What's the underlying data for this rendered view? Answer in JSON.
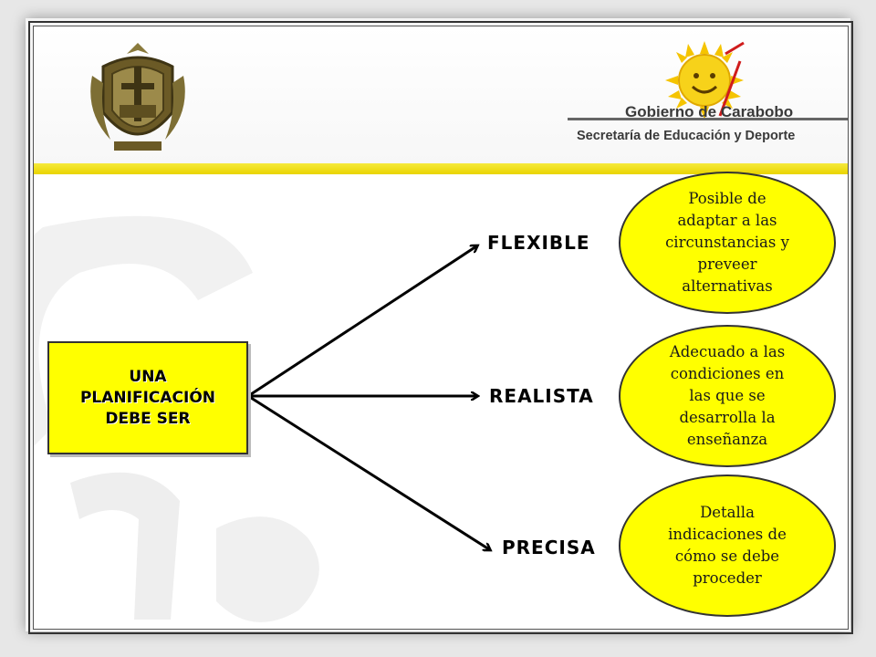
{
  "header": {
    "org_name": "Gobierno de Carabobo",
    "org_sub": "Secretaría de Educación y Deporte"
  },
  "diagram": {
    "root": "UNA PLANIFICACIÓN DEBE SER",
    "branches": [
      {
        "label": "FLEXIBLE",
        "description": "Posible de adaptar a las circunstancias y preveer alternativas"
      },
      {
        "label": "REALISTA",
        "description": "Adecuado a las condiciones en las que se desarrolla la enseñanza"
      },
      {
        "label": "PRECISA",
        "description": "Detalla indicaciones de cómo se debe proceder"
      }
    ]
  },
  "colors": {
    "accent": "#ffff00",
    "band": "#ecd800",
    "text": "#000000"
  }
}
